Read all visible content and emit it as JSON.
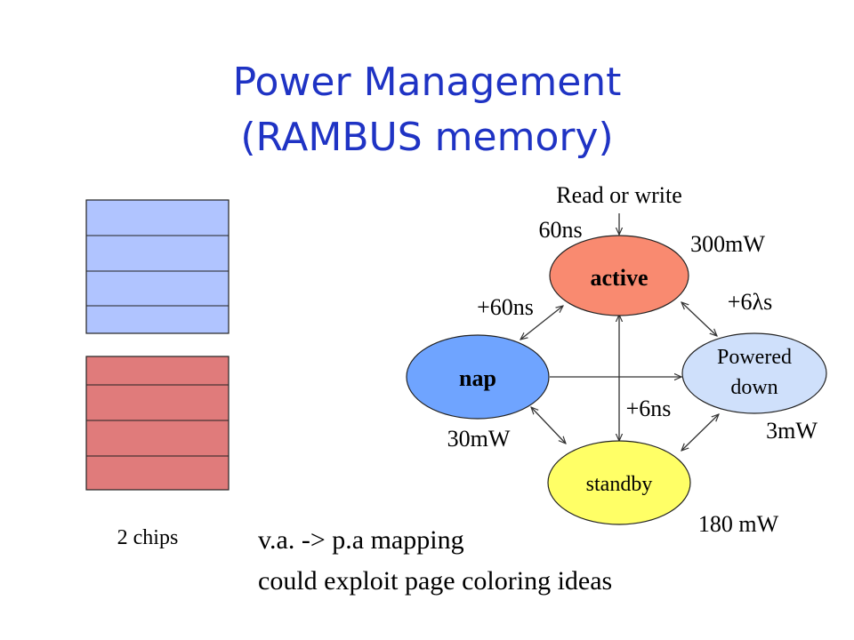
{
  "slide": {
    "title_line1": "Power Management",
    "title_line2": "(RAMBUS memory)"
  },
  "chips": {
    "label": "2 chips",
    "top_chip_color": "#b0c4ff",
    "bottom_chip_color": "#e07b7b",
    "top_chip_segments": 4,
    "bottom_chip_segments": 4
  },
  "diagram": {
    "states": [
      {
        "id": "active",
        "label": "active",
        "color": "#f98a70",
        "bold": true
      },
      {
        "id": "nap",
        "label": "nap",
        "color": "#6fa4ff",
        "bold": true
      },
      {
        "id": "powered_down",
        "label_line1": "Powered",
        "label_line2": "down",
        "color": "#cfe0fb",
        "bold": false
      },
      {
        "id": "standby",
        "label": "standby",
        "color": "#ffff66",
        "bold": false
      }
    ],
    "labels": {
      "read_or_write": "Read or write",
      "active_latency": "60ns",
      "active_power": "300mW",
      "nap_to_active": "+60ns",
      "powered_to_active": "+6λs",
      "standby_to_active": "+6ns",
      "nap_power": "30mW",
      "powered_power": "3mW",
      "standby_power": "180 mW"
    }
  },
  "notes": {
    "line1": "v.a. -> p.a mapping",
    "line2": "could exploit page coloring ideas"
  }
}
